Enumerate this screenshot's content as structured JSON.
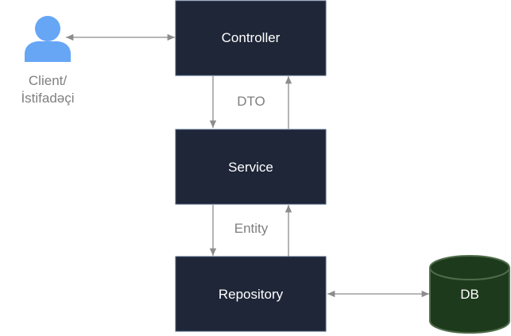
{
  "diagram": {
    "actor": {
      "label_line1": "Client/",
      "label_line2": "İstifadəçi",
      "icon": "user-icon",
      "color": "#66a6f5"
    },
    "boxes": {
      "controller": "Controller",
      "service": "Service",
      "repository": "Repository"
    },
    "edges": {
      "controller_service": "DTO",
      "service_repository": "Entity"
    },
    "database": {
      "label": "DB",
      "icon": "database-icon",
      "fill": "#1e3a1c",
      "stroke": "#4f6c4a"
    },
    "colors": {
      "box_fill": "#1e2638",
      "box_stroke": "#4a5d7e",
      "arrow": "#8c8c8c",
      "label_gray": "#7f7f7f"
    }
  }
}
